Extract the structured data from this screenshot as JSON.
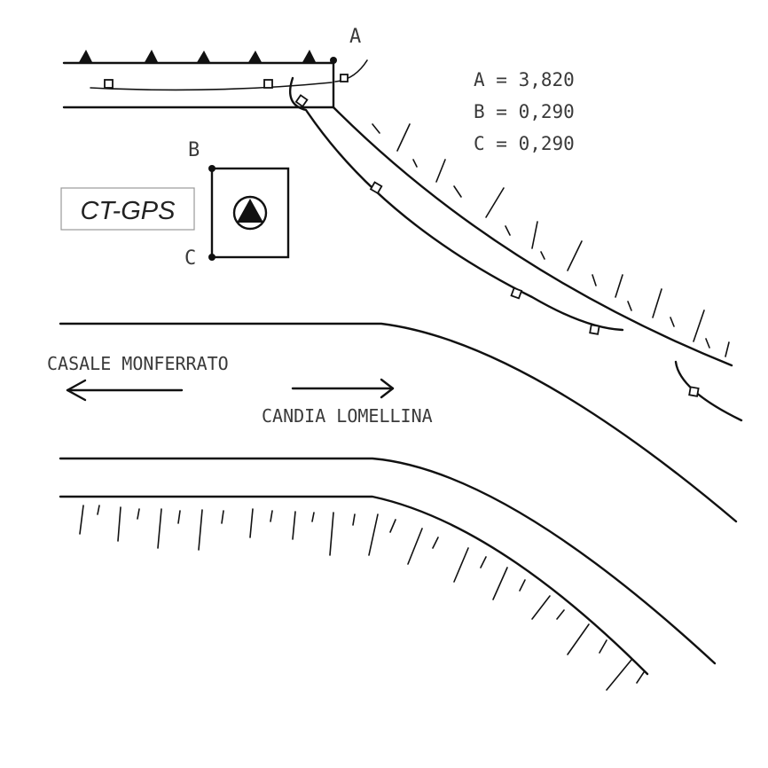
{
  "points": {
    "a_label": "A",
    "b_label": "B",
    "c_label": "C"
  },
  "measurements": [
    {
      "text": "A = 3,820"
    },
    {
      "text": "B = 0,290"
    },
    {
      "text": "C = 0,290"
    }
  ],
  "station_box_label": "CT-GPS",
  "directions": {
    "west": "CASALE MONFERRATO",
    "east": "CANDIA LOMELLINA"
  },
  "colors": {
    "ink": "#111111",
    "text": "#3a3a3a",
    "background": "#ffffff"
  },
  "icons": {
    "station": "triangle-in-circle-icon"
  }
}
